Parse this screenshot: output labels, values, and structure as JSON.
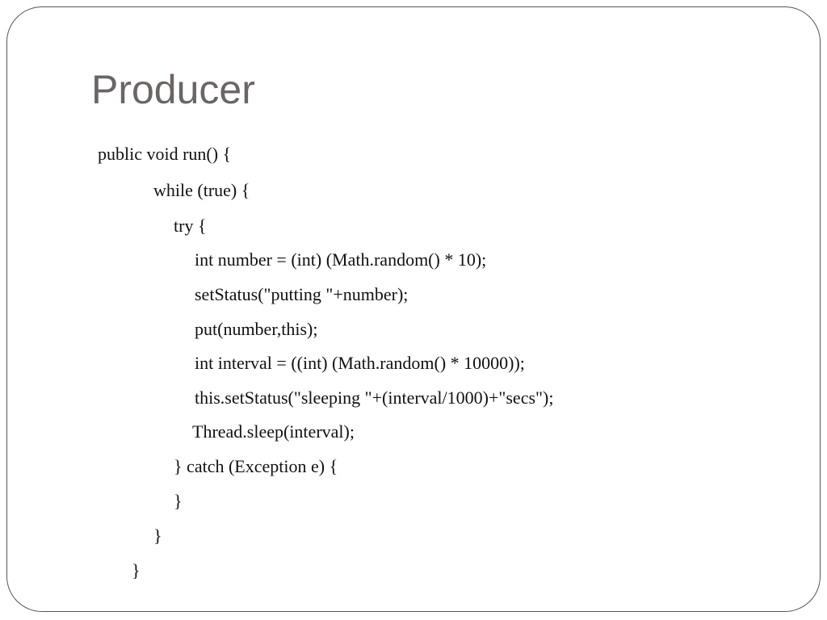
{
  "slide": {
    "title": "Producer",
    "code_lines": [
      "public void run() {",
      "while (true) {",
      "try {",
      "int number = (int) (Math.random() * 10);",
      "setStatus(\"putting \"+number);",
      "put(number,this);",
      "int interval = ((int) (Math.random() * 10000));",
      "this.setStatus(\"sleeping \"+(interval/1000)+\"secs\");",
      "Thread.sleep(interval);",
      "} catch (Exception e) {",
      "}",
      "}",
      "}"
    ]
  }
}
